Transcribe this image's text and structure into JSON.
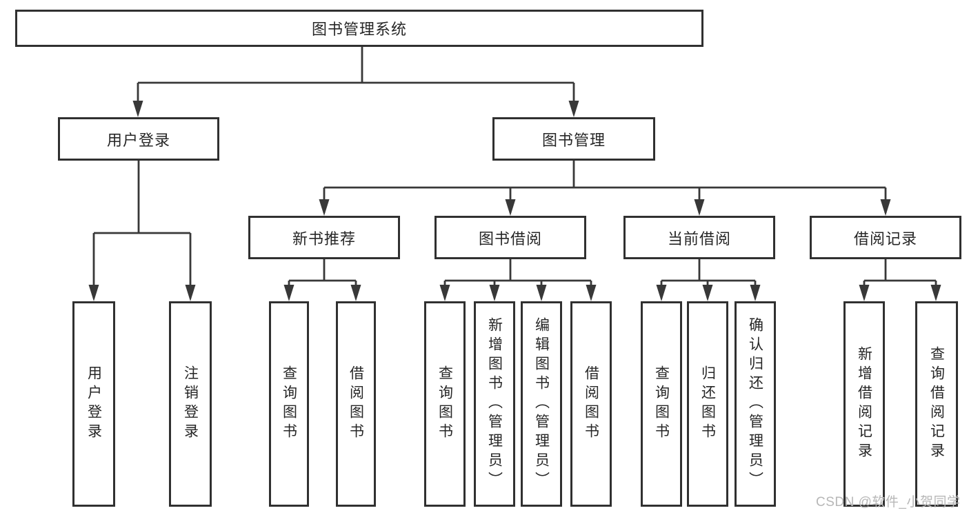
{
  "diagram": {
    "type": "hierarchy-tree",
    "colors": {
      "line": "#383838",
      "box_border": "#303030",
      "box_background": "#ffffff",
      "text": "#262626",
      "watermark": "#b7b7b7"
    },
    "root": {
      "label": "图书管理系统"
    },
    "branches": [
      {
        "label": "用户登录",
        "parent": "图书管理系统"
      },
      {
        "label": "图书管理",
        "parent": "图书管理系统"
      }
    ],
    "sections": [
      {
        "label": "新书推荐",
        "parent": "图书管理"
      },
      {
        "label": "图书借阅",
        "parent": "图书管理"
      },
      {
        "label": "当前借阅",
        "parent": "图书管理"
      },
      {
        "label": "借阅记录",
        "parent": "图书管理"
      }
    ],
    "leaves": [
      {
        "label": "用户登录",
        "parent": "用户登录"
      },
      {
        "label": "注销登录",
        "parent": "用户登录"
      },
      {
        "label": "查询图书",
        "parent": "新书推荐"
      },
      {
        "label": "借阅图书",
        "parent": "新书推荐"
      },
      {
        "label": "查询图书",
        "parent": "图书借阅"
      },
      {
        "label": "新增图书（管理员）",
        "parent": "图书借阅"
      },
      {
        "label": "编辑图书（管理员）",
        "parent": "图书借阅"
      },
      {
        "label": "借阅图书",
        "parent": "图书借阅"
      },
      {
        "label": "查询图书",
        "parent": "当前借阅"
      },
      {
        "label": "归还图书",
        "parent": "当前借阅"
      },
      {
        "label": "确认归还（管理员）",
        "parent": "当前借阅"
      },
      {
        "label": "新增借阅记录",
        "parent": "借阅记录"
      },
      {
        "label": "查询借阅记录",
        "parent": "借阅记录"
      }
    ]
  },
  "watermark": {
    "text": "CSDN @软件_小贺同学"
  }
}
